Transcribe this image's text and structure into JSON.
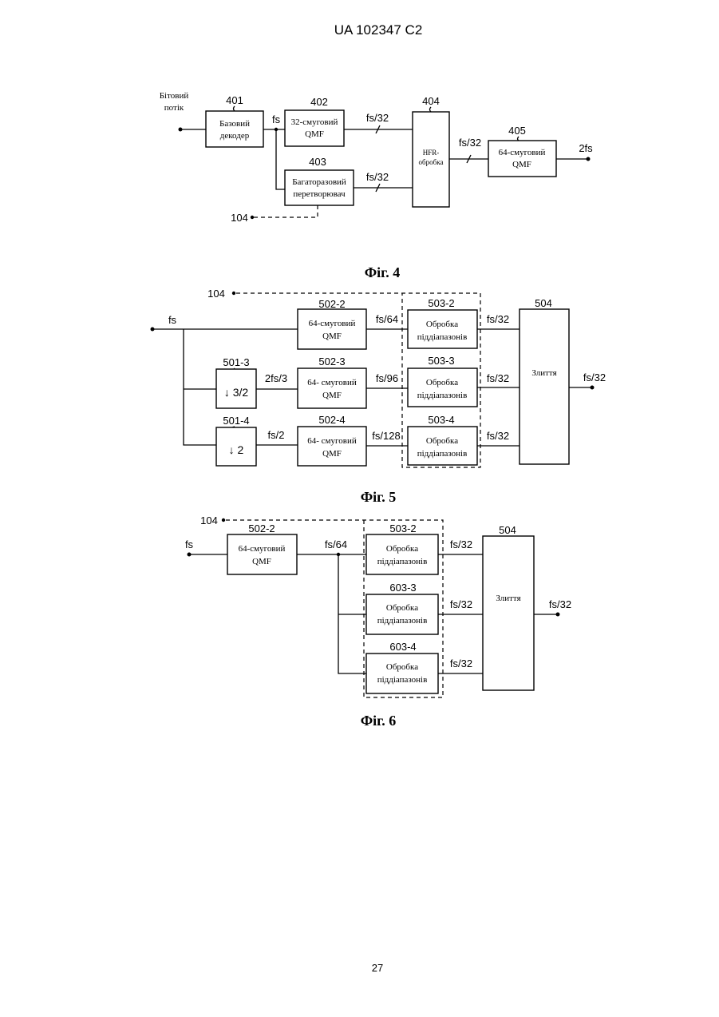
{
  "header": {
    "patent": "UA   102347   C2"
  },
  "page_number": "27",
  "fig4": {
    "caption": "Фіг. 4",
    "input_label_line1": "Бітовий",
    "input_label_line2": "потік",
    "ref_401": "401",
    "block_401_line1": "Базовий",
    "block_401_line2": "декодер",
    "fs": "fs",
    "ref_402": "402",
    "block_402_line1": "32-смуговий",
    "block_402_line2": "QMF",
    "ref_403": "403",
    "block_403_line1": "Багаторазовий",
    "block_403_line2": "перетворювач",
    "ref_404": "404",
    "block_404_line1": "HFR-",
    "block_404_line2": "обробка",
    "ref_405": "405",
    "block_405_line1": "64-смуговий",
    "block_405_line2": "QMF",
    "rate_a": "fs/32",
    "rate_b": "fs/32",
    "rate_c": "fs/32",
    "output": "2fs",
    "ref_104": "104"
  },
  "fig5": {
    "caption": "Фіг. 5",
    "ref_104": "104",
    "fs": "fs",
    "ref_5022": "502-2",
    "qmf1_line1": "64-смуговий",
    "qmf1_line2": "QMF",
    "ref_5023": "502-3",
    "qmf2_line1": "64- смуговий",
    "qmf2_line2": "QMF",
    "ref_5024": "502-4",
    "qmf3_line1": "64- смуговий",
    "qmf3_line2": "QMF",
    "ref_5013": "501-3",
    "down1": "↓ 3/2",
    "ref_5014": "501-4",
    "down2": "↓ 2",
    "rate_2fs3": "2fs/3",
    "rate_fs2": "fs/2",
    "rate_fs64": "fs/64",
    "rate_fs96": "fs/96",
    "rate_fs128": "fs/128",
    "ref_5032": "503-2",
    "ref_5033": "503-3",
    "ref_5034": "503-4",
    "proc_line1": "Обробка",
    "proc_line2": "піддіапазонів",
    "out_rate": "fs/32",
    "ref_504": "504",
    "merge": "Злиття",
    "final_rate": "fs/32"
  },
  "fig6": {
    "caption": "Фіг. 6",
    "ref_104": "104",
    "fs": "fs",
    "ref_5022": "502-2",
    "qmf_line1": "64-смуговий",
    "qmf_line2": "QMF",
    "rate_fs64": "fs/64",
    "ref_5032": "503-2",
    "ref_6033": "603-3",
    "ref_6034": "603-4",
    "proc_line1": "Обробка",
    "proc_line2": "піддіапазонів",
    "out_rate": "fs/32",
    "ref_504": "504",
    "merge": "Злиття",
    "final_rate": "fs/32"
  }
}
